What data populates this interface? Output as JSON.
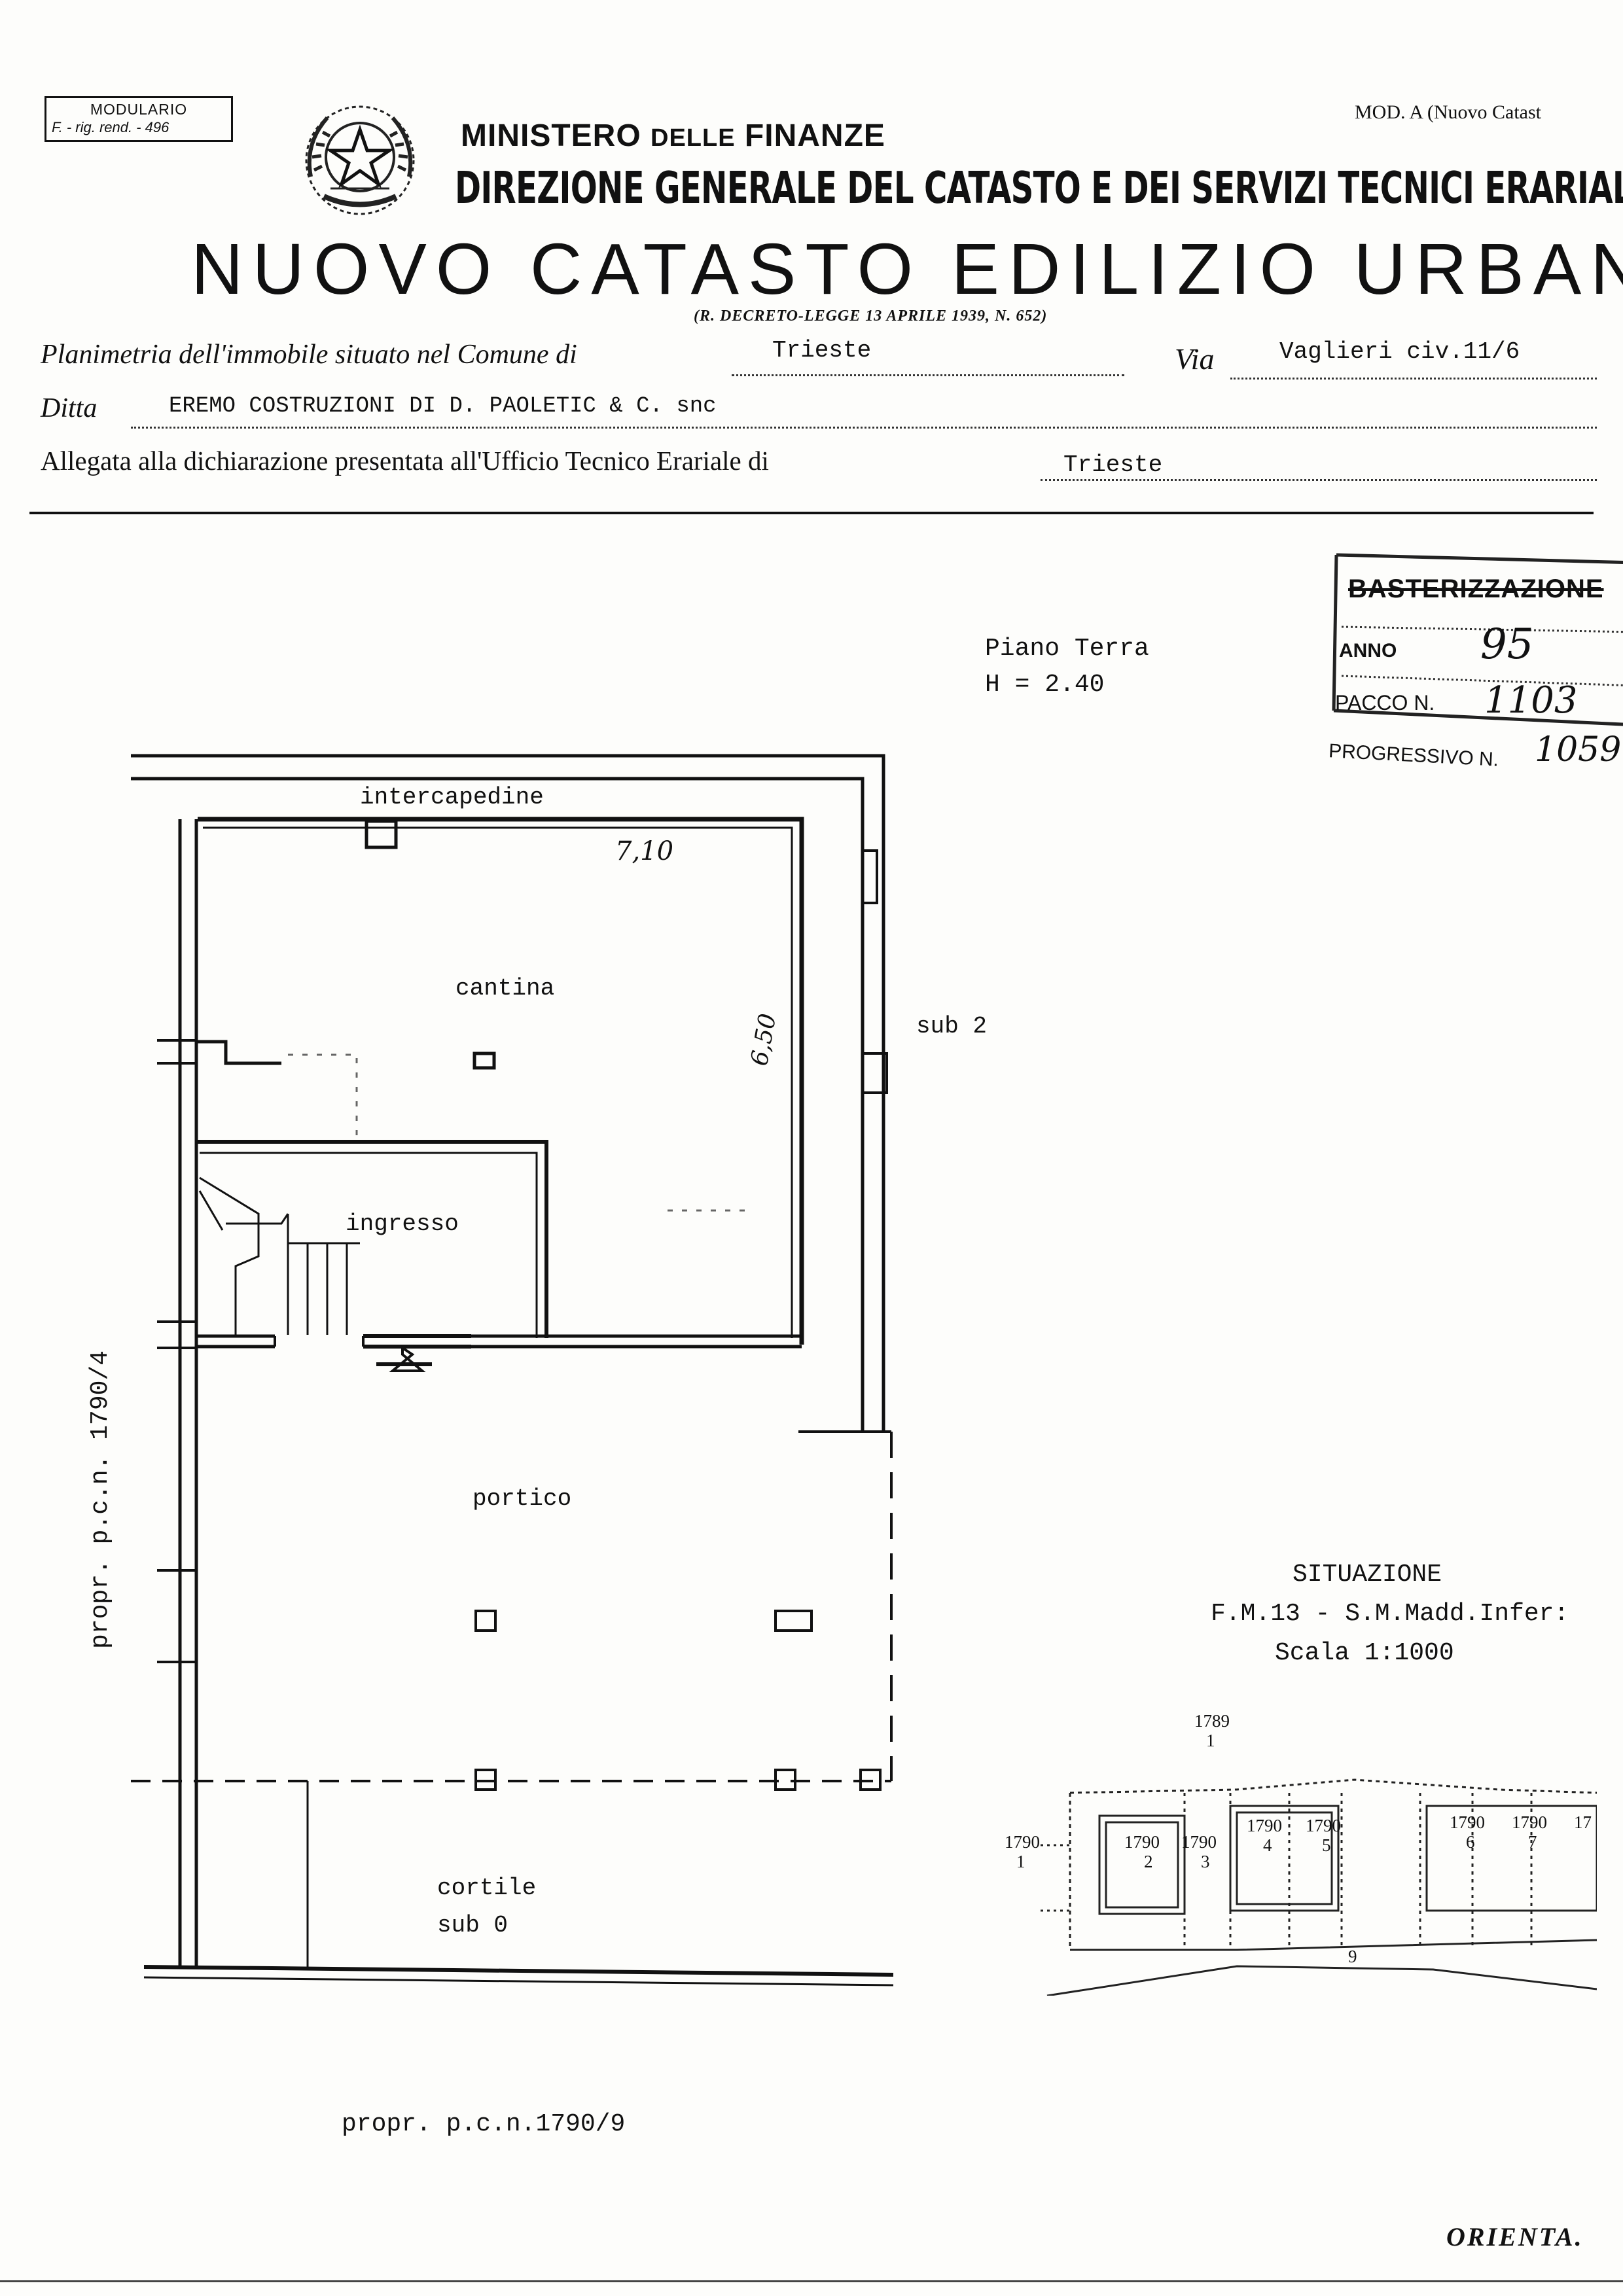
{
  "header": {
    "modulario_title": "MODULARIO",
    "modulario_code": "F. - rig. rend. - 496",
    "ministry": "MINISTERO",
    "ministry_small": "DELLE",
    "ministry_end": "FINANZE",
    "model_ref": "MOD. A (Nuovo Catast",
    "direction": "DIREZIONE GENERALE DEL CATASTO E DEI SERVIZI TECNICI ERARIALI",
    "register": "NUOVO CATASTO EDILIZIO URBAN",
    "decree": "(R. DECRETO-LEGGE 13 APRILE 1939, N. 652)"
  },
  "fields": {
    "planimetria_label": "Planimetria dell'immobile situato nel Comune di",
    "comune_value": "Trieste",
    "via_label": "Via",
    "via_value": "Vaglieri civ.11/6",
    "ditta_label": "Ditta",
    "ditta_value": "EREMO COSTRUZIONI DI D. PAOLETIC & C. snc",
    "allegata_label": "Allegata alla dichiarazione presentata all'Ufficio Tecnico Erariale di",
    "ufficio_value": "Trieste"
  },
  "stamp": {
    "title": "BASTERIZZAZIONE",
    "anno_label": "ANNO",
    "anno_value": "95",
    "pacco_label": "PACCO N.",
    "pacco_value": "1103",
    "progressivo_label": "PROGRESSIVO N.",
    "progressivo_value": "1059"
  },
  "plan": {
    "floor_label": "Piano Terra",
    "height_label": "H = 2.40",
    "rooms": {
      "intercapedine": "intercapedine",
      "cantina": "cantina",
      "ingresso": "ingresso",
      "portico": "portico",
      "cortile": "cortile",
      "cortile_sub": "sub 0",
      "sub2": "sub 2"
    },
    "dimensions": {
      "width": "7,10",
      "depth": "6,50"
    },
    "left_property": "propr. p.c.n. 1790/4",
    "bottom_property": "propr. p.c.n.1790/9"
  },
  "situazione": {
    "title": "SITUAZIONE",
    "sheet": "F.M.13 - S.M.Madd.Infer:",
    "scale": "Scala 1:1000",
    "parcels": {
      "p1789": "1789",
      "p1789_sub": "1",
      "p1790_1": "1790",
      "p1790_1_sub": "1",
      "p2": "1790",
      "p2_sub": "2",
      "p3": "1790",
      "p3_sub": "3",
      "p4": "1790",
      "p4_sub": "4",
      "p5": "1790",
      "p5_sub": "5",
      "p6": "1790",
      "p6_sub": "6",
      "p7": "1790",
      "p7_sub": "7",
      "p8": "17",
      "p9": "9"
    }
  },
  "footer": {
    "orientation": "ORIENTA."
  }
}
